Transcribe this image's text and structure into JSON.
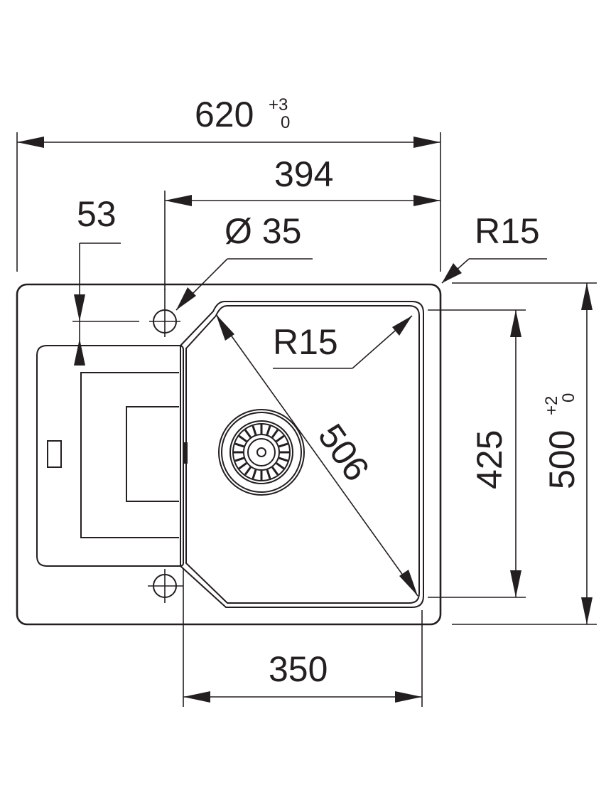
{
  "drawing": {
    "dimensions": {
      "overall_width": "620",
      "overall_width_tol_upper": "+3",
      "overall_width_tol_lower": "0",
      "bowl_offset_width": "394",
      "tap_hole_offset": "53",
      "tap_hole_diameter": "Ø 35",
      "outer_corner_radius": "R15",
      "bowl_corner_radius": "R15",
      "bowl_diagonal": "506",
      "bowl_width": "350",
      "bowl_length": "425",
      "overall_length": "500",
      "overall_length_tol_upper": "+2",
      "overall_length_tol_lower": "0"
    },
    "colors": {
      "line": "#231f20",
      "background": "#ffffff"
    }
  }
}
